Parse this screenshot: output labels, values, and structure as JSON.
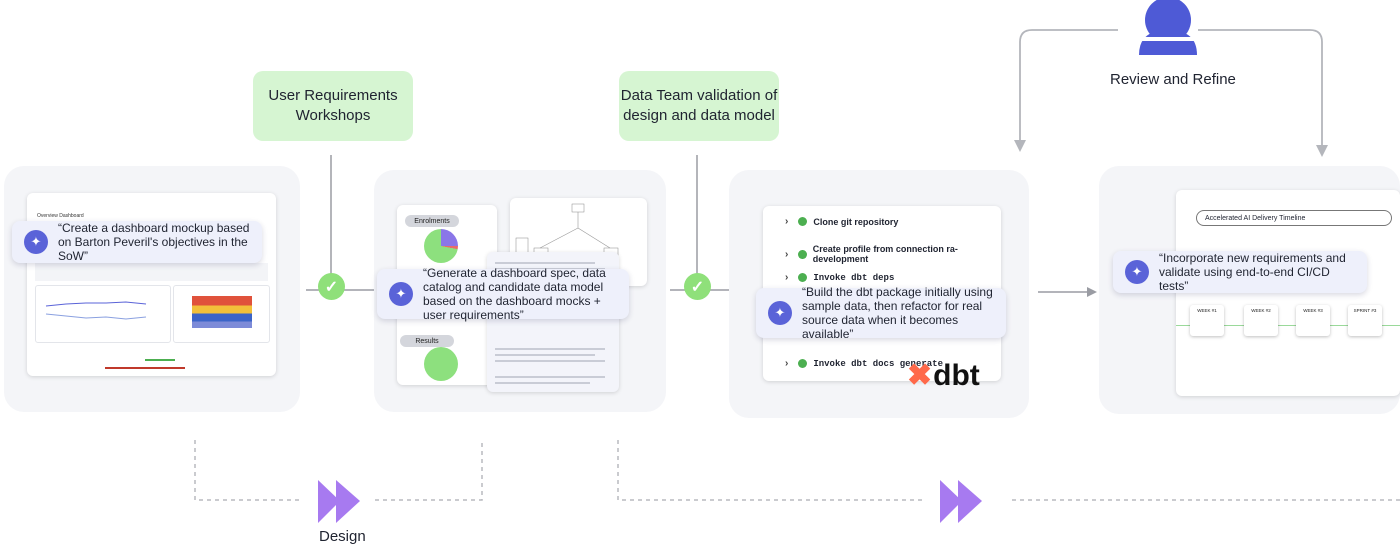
{
  "workshop_box": {
    "label": "User Requirements\nWorkshops"
  },
  "validation_box": {
    "label": "Data Team validation of\ndesign and data model"
  },
  "review": {
    "label": "Review and Refine"
  },
  "prompts": {
    "mockup": "“Create a dashboard mockup based on Barton Peveril's objectives in the SoW”",
    "spec": "“Generate a dashboard spec, data catalog and candidate data model based on the dashboard mocks + user requirements”",
    "dbt": "“Build the dbt package initially using sample data, then refactor for real source data when it becomes available”",
    "cicd": "“Incorporate new requirements and validate using end-to-end CI/CD tests”"
  },
  "mockup_shot": {
    "title": "Overview Dashboard"
  },
  "spec_shot": {
    "enrolments": "Enrolments",
    "results": "Results"
  },
  "dbt_steps": [
    {
      "text": "Clone git repository",
      "mono": false
    },
    {
      "text": "Create profile from connection ra-development",
      "mono": false
    },
    {
      "text": "Invoke dbt deps",
      "mono": true
    },
    {
      "text": "Invoke dbt docs generate",
      "mono": true
    }
  ],
  "dbt_logo": "dbt",
  "timeline": {
    "title": "Accelerated AI Delivery Timeline",
    "weeks": [
      "WEEK #1",
      "WEEK #2",
      "WEEK #3",
      "SPRINT #3"
    ]
  },
  "phases": {
    "design": "Design"
  },
  "colors": {
    "green_box": "#d6f5d2",
    "accent": "#5a63d8",
    "arrow_play": "#a77af0",
    "check": "#8fe07a"
  }
}
